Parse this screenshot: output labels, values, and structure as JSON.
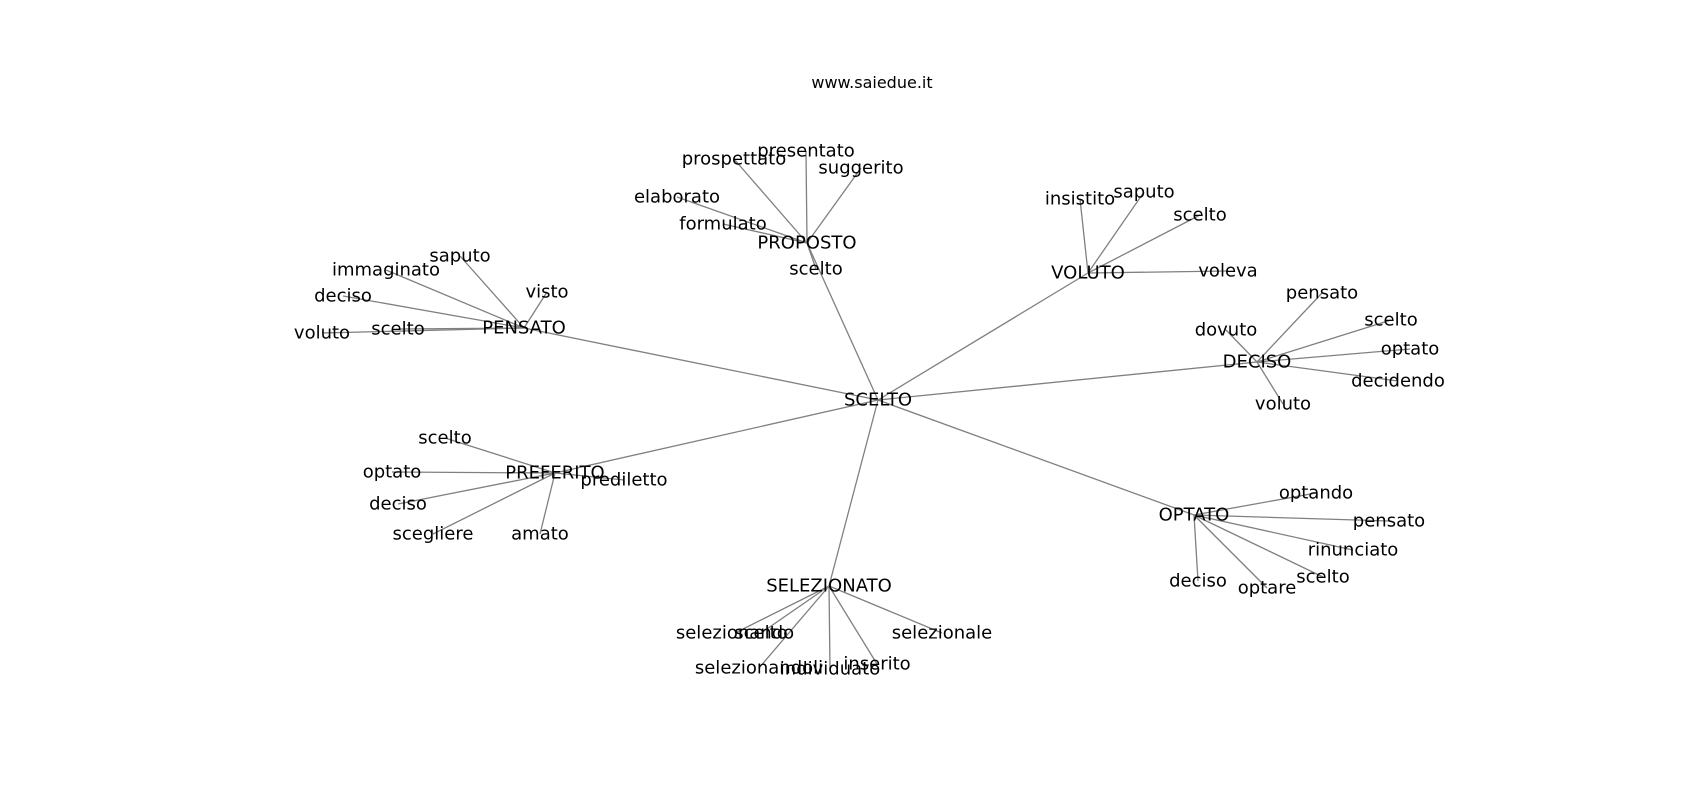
{
  "title": "www.saiedue.it",
  "graph": {
    "root": "SCELTO",
    "clusters": [
      {
        "hub": "PROPOSTO",
        "leaves": [
          "prospettato",
          "presentato",
          "suggerito",
          "elaborato",
          "formulato",
          "scelto"
        ]
      },
      {
        "hub": "VOLUTO",
        "leaves": [
          "insistito",
          "saputo",
          "scelto",
          "voleva"
        ]
      },
      {
        "hub": "PENSATO",
        "leaves": [
          "saputo",
          "immaginato",
          "visto",
          "deciso",
          "voluto",
          "scelto"
        ]
      },
      {
        "hub": "DECISO",
        "leaves": [
          "pensato",
          "dovuto",
          "scelto",
          "optato",
          "decidendo",
          "voluto"
        ]
      },
      {
        "hub": "PREFERITO",
        "leaves": [
          "scelto",
          "optato",
          "prediletto",
          "deciso",
          "scegliere",
          "amato"
        ]
      },
      {
        "hub": "OPTATO",
        "leaves": [
          "optando",
          "pensato",
          "rinunciato",
          "scelto",
          "deciso",
          "optare"
        ]
      },
      {
        "hub": "SELEZIONATO",
        "leaves": [
          "selezionando",
          "scelto",
          "selezionale",
          "inserito",
          "selezionandoli",
          "individuato"
        ]
      }
    ]
  }
}
